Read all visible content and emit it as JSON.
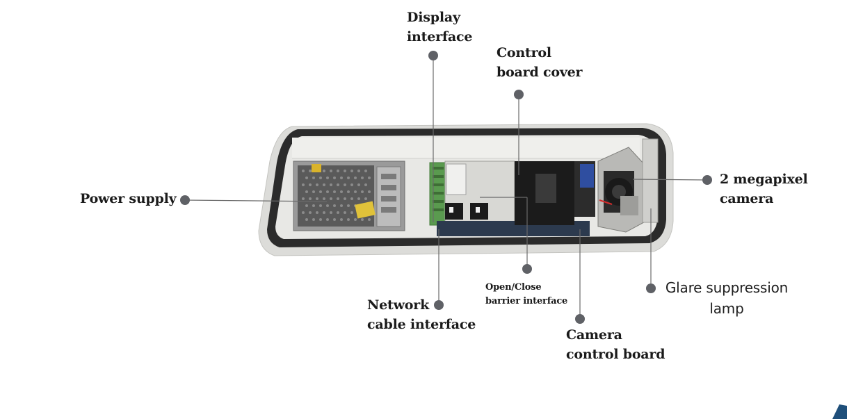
{
  "labels": {
    "display_interface": [
      "Display",
      "interface"
    ],
    "control_board_cover": [
      "Control",
      "board cover"
    ],
    "power_supply": [
      "Power supply"
    ],
    "camera": [
      "2 megapixel",
      "camera"
    ],
    "barrier_interface": [
      "Open/Close",
      "barrier interface"
    ],
    "network_interface": [
      "Network",
      "cable interface"
    ],
    "camera_control_board": [
      "Camera",
      "control board"
    ],
    "glare_lamp": [
      "Glare suppression",
      "lamp"
    ]
  },
  "colors": {
    "leader_dot": "#5f6166",
    "leader_line": "#6a6a6a",
    "housing_outer": "#d9d9d6",
    "housing_rim": "#2b2b2b",
    "housing_inner": "#e6e6e3",
    "board_black": "#1b1b1b",
    "terminal_green": "#5a9a4f",
    "corner_mark": "#1f4f7a"
  },
  "icons": [
    "corner-triangle-icon"
  ]
}
